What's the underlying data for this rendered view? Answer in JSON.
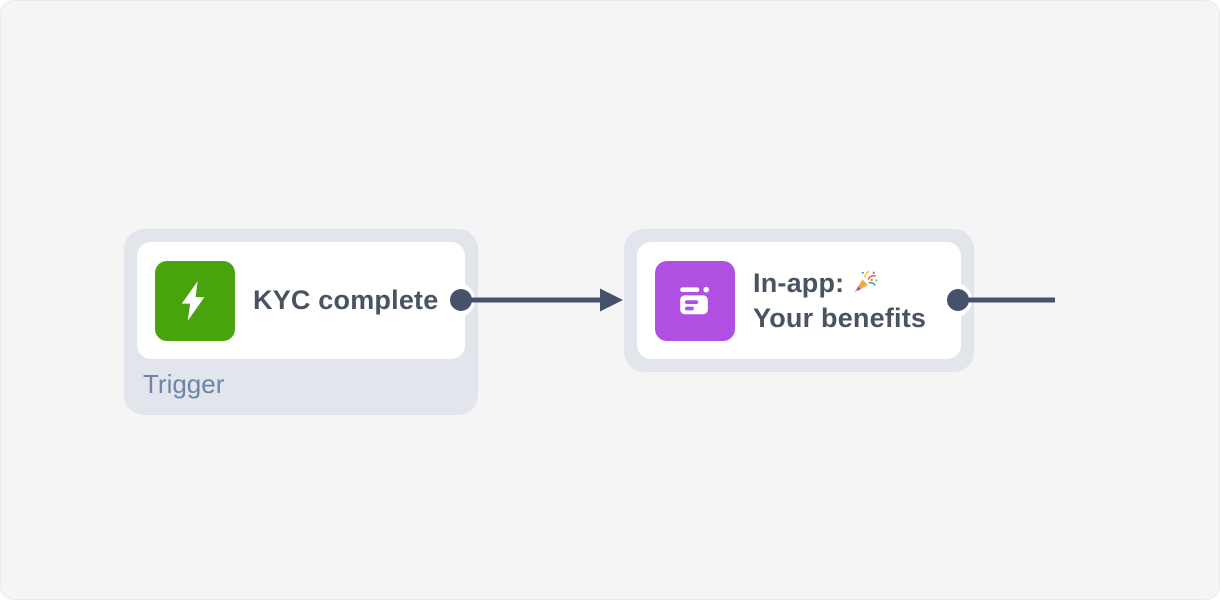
{
  "canvas": {
    "background": "#f5f5f6",
    "connector_color": "#46516a",
    "node_container_color": "#e2e5eb"
  },
  "nodes": [
    {
      "id": "trigger",
      "title": "KYC complete",
      "badge_label": "Trigger",
      "icon": "lightning-icon",
      "icon_bg": "#48a30d"
    },
    {
      "id": "in-app-message",
      "title_prefix": "In-app:",
      "emoji": "🎉",
      "title_line2": "Your benefits",
      "icon": "in-app-message-icon",
      "icon_bg": "#af50e2"
    }
  ]
}
